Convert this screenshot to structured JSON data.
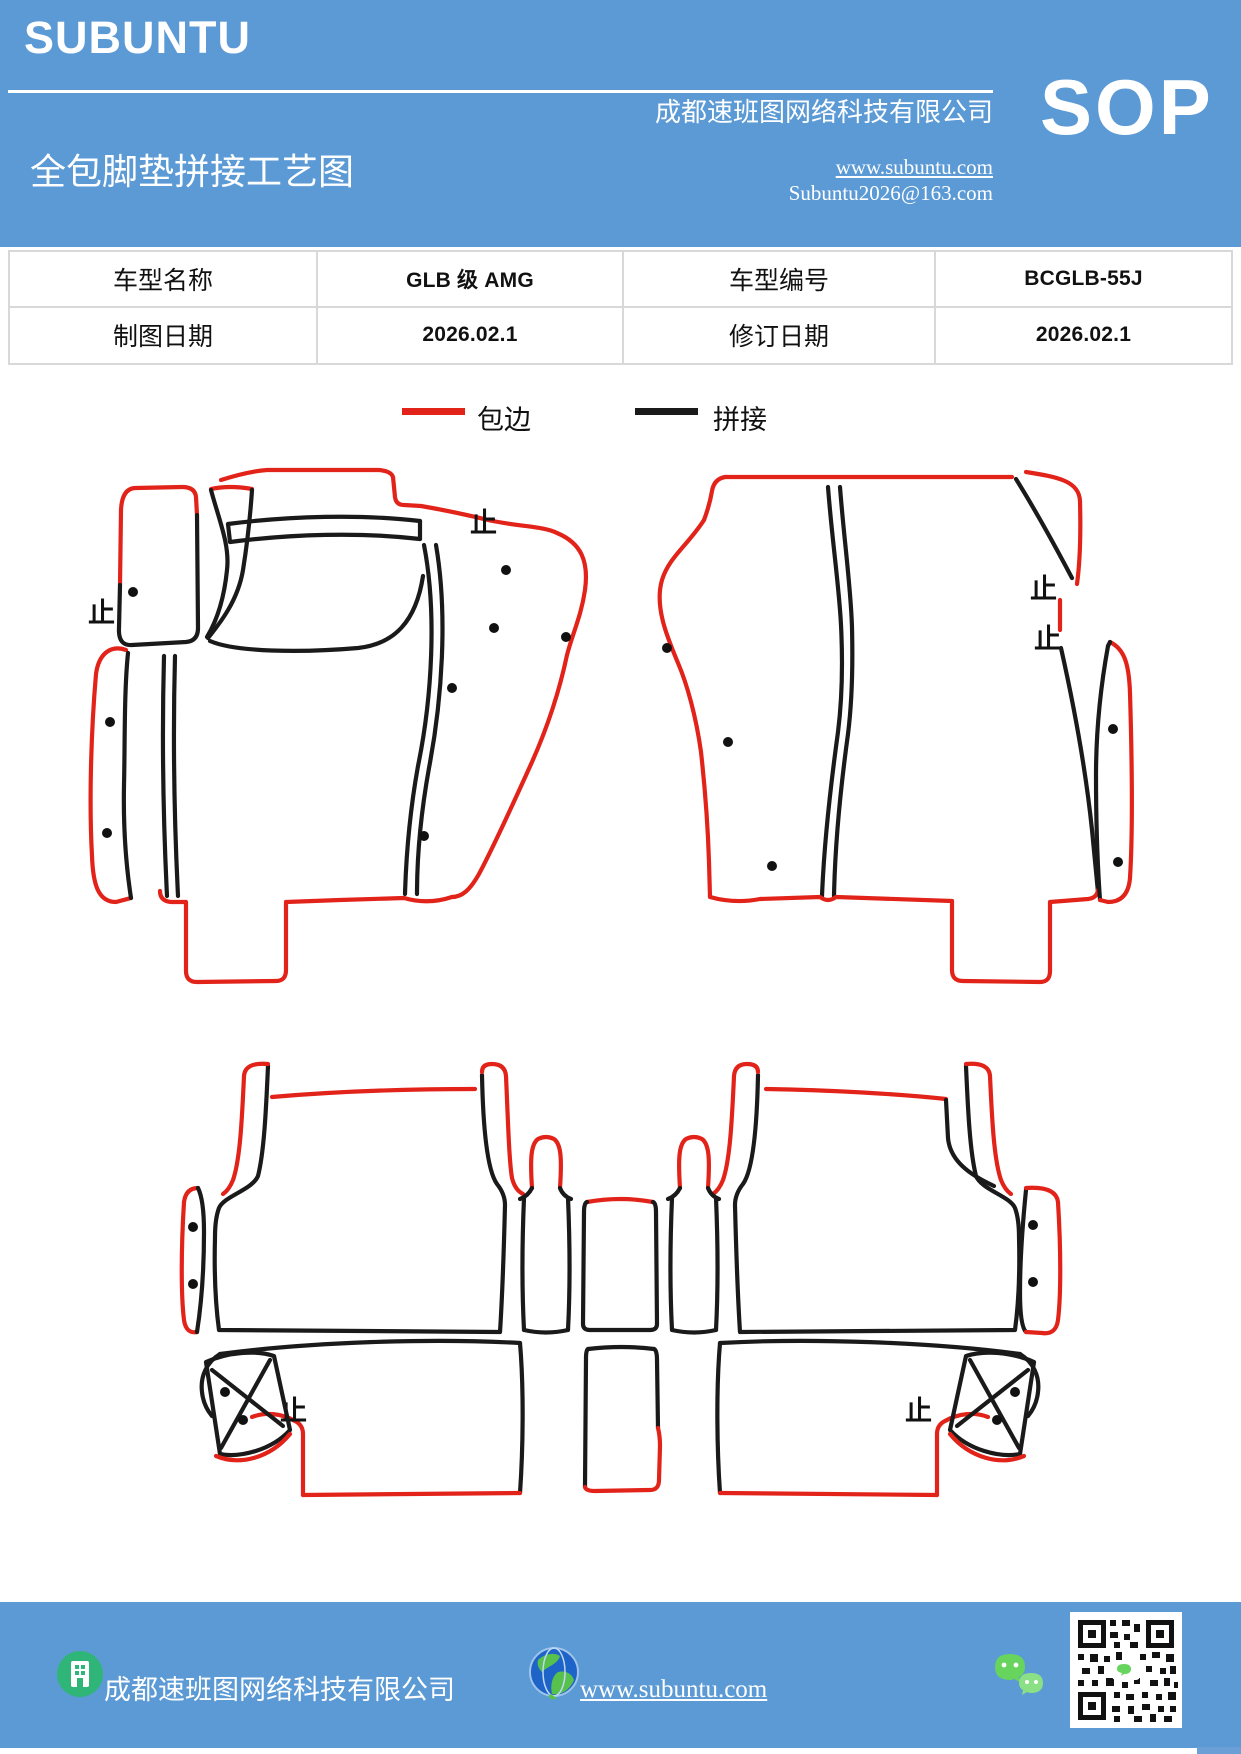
{
  "colors": {
    "accent_blue": "#5B9AD5",
    "edge_red": "#E2231A",
    "seam_black": "#1A1A1A",
    "table_border": "#D8D8D8"
  },
  "header": {
    "brand": "SUBUNTU",
    "title": "全包脚垫拼接工艺图",
    "company": "成都速班图网络科技有限公司",
    "website": "www.subuntu.com",
    "email": "Subuntu2026@163.com",
    "sop_label": "SOP"
  },
  "info_table": {
    "rows": [
      [
        {
          "label": "车型名称",
          "value": "GLB 级 AMG"
        },
        {
          "label": "车型编号",
          "value": "BCGLB-55J"
        }
      ],
      [
        {
          "label": "制图日期",
          "value": "2026.02.1"
        },
        {
          "label": "修订日期",
          "value": "2026.02.1"
        }
      ]
    ]
  },
  "legend": {
    "items": [
      {
        "label": "包边",
        "color": "#E2231A"
      },
      {
        "label": "拼接",
        "color": "#1A1A1A"
      }
    ]
  },
  "diagram": {
    "stop_mark": "止"
  },
  "footer": {
    "company": "成都速班图网络科技有限公司",
    "website": "www.subuntu.com"
  }
}
